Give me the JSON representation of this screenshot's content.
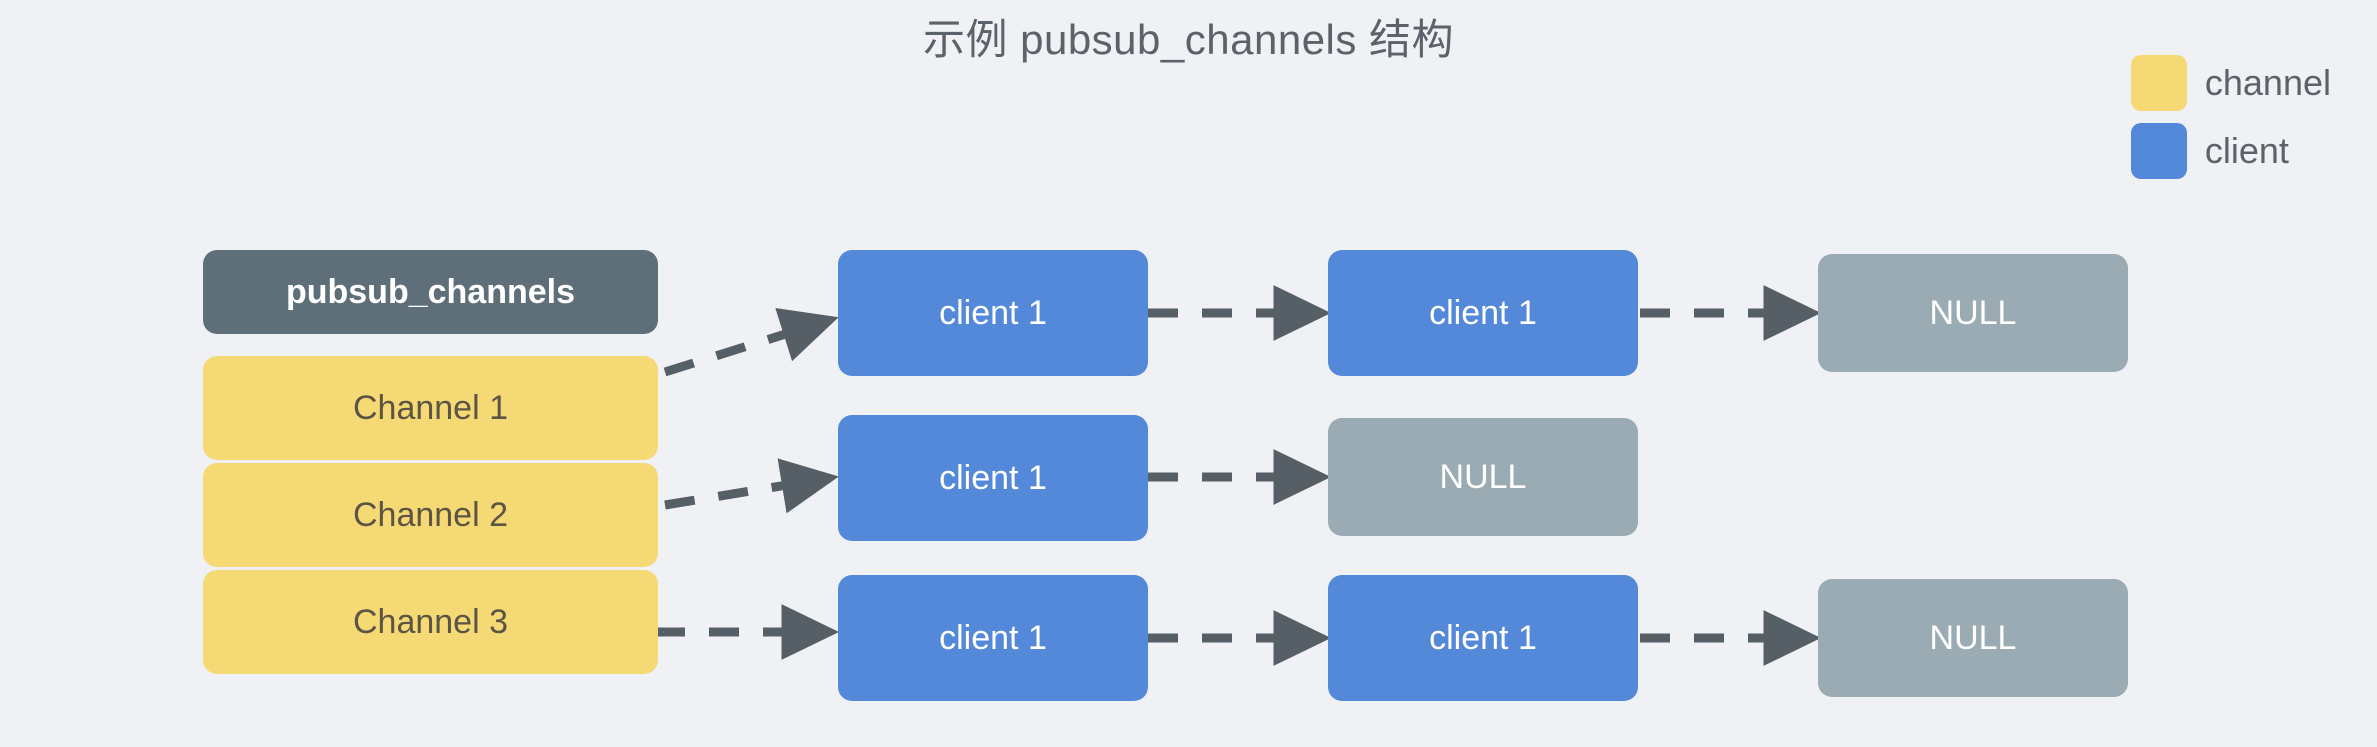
{
  "title": "示例 pubsub_channels 结构",
  "colors": {
    "background": "#eff1f4",
    "channel": "#f4d975",
    "client": "#5488d8",
    "null": "#9aabb4",
    "header": "#5f6f7a",
    "edge": "#565e66",
    "title_text": "#5c6269"
  },
  "legend": {
    "items": [
      {
        "label": "channel",
        "color": "#f4d975",
        "swatch_name": "channel-swatch"
      },
      {
        "label": "client",
        "color": "#5488d8",
        "swatch_name": "client-swatch"
      }
    ]
  },
  "dict": {
    "header_label": "pubsub_channels",
    "channels": [
      {
        "label": "Channel 1"
      },
      {
        "label": "Channel 2"
      },
      {
        "label": "Channel 3"
      }
    ]
  },
  "chains": [
    {
      "channel": "Channel 1",
      "nodes": [
        {
          "label": "client 1",
          "type": "client"
        },
        {
          "label": "client 1",
          "type": "client"
        },
        {
          "label": "NULL",
          "type": "null"
        }
      ]
    },
    {
      "channel": "Channel 2",
      "nodes": [
        {
          "label": "client 1",
          "type": "client"
        },
        {
          "label": "NULL",
          "type": "null"
        }
      ]
    },
    {
      "channel": "Channel 3",
      "nodes": [
        {
          "label": "client 1",
          "type": "client"
        },
        {
          "label": "client 1",
          "type": "client"
        },
        {
          "label": "NULL",
          "type": "null"
        }
      ]
    }
  ]
}
